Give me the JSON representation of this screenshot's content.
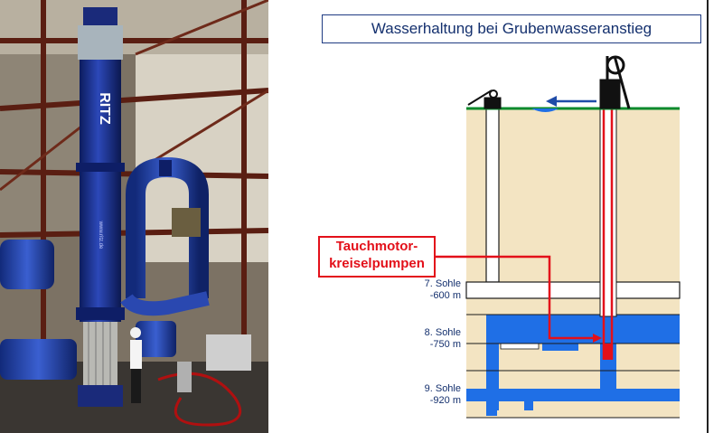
{
  "title": "Wasserhaltung bei Grubenwasseranstieg",
  "pump_label": {
    "line1": "Tauchmotor-",
    "line2": "kreiselpumpen"
  },
  "levels": [
    {
      "name": "7. Sohle",
      "depth": "-600 m"
    },
    {
      "name": "8. Sohle",
      "depth": "-750 m"
    },
    {
      "name": "9. Sohle",
      "depth": "-920 m"
    }
  ],
  "photo": {
    "brand_text": "RITZ",
    "web_text": "www.ritz.de"
  },
  "colors": {
    "earth": "#f3e4c2",
    "water": "#1f6fe6",
    "pipe": "#e3101a",
    "ground": "#0a8a2c",
    "text": "#14306e"
  }
}
